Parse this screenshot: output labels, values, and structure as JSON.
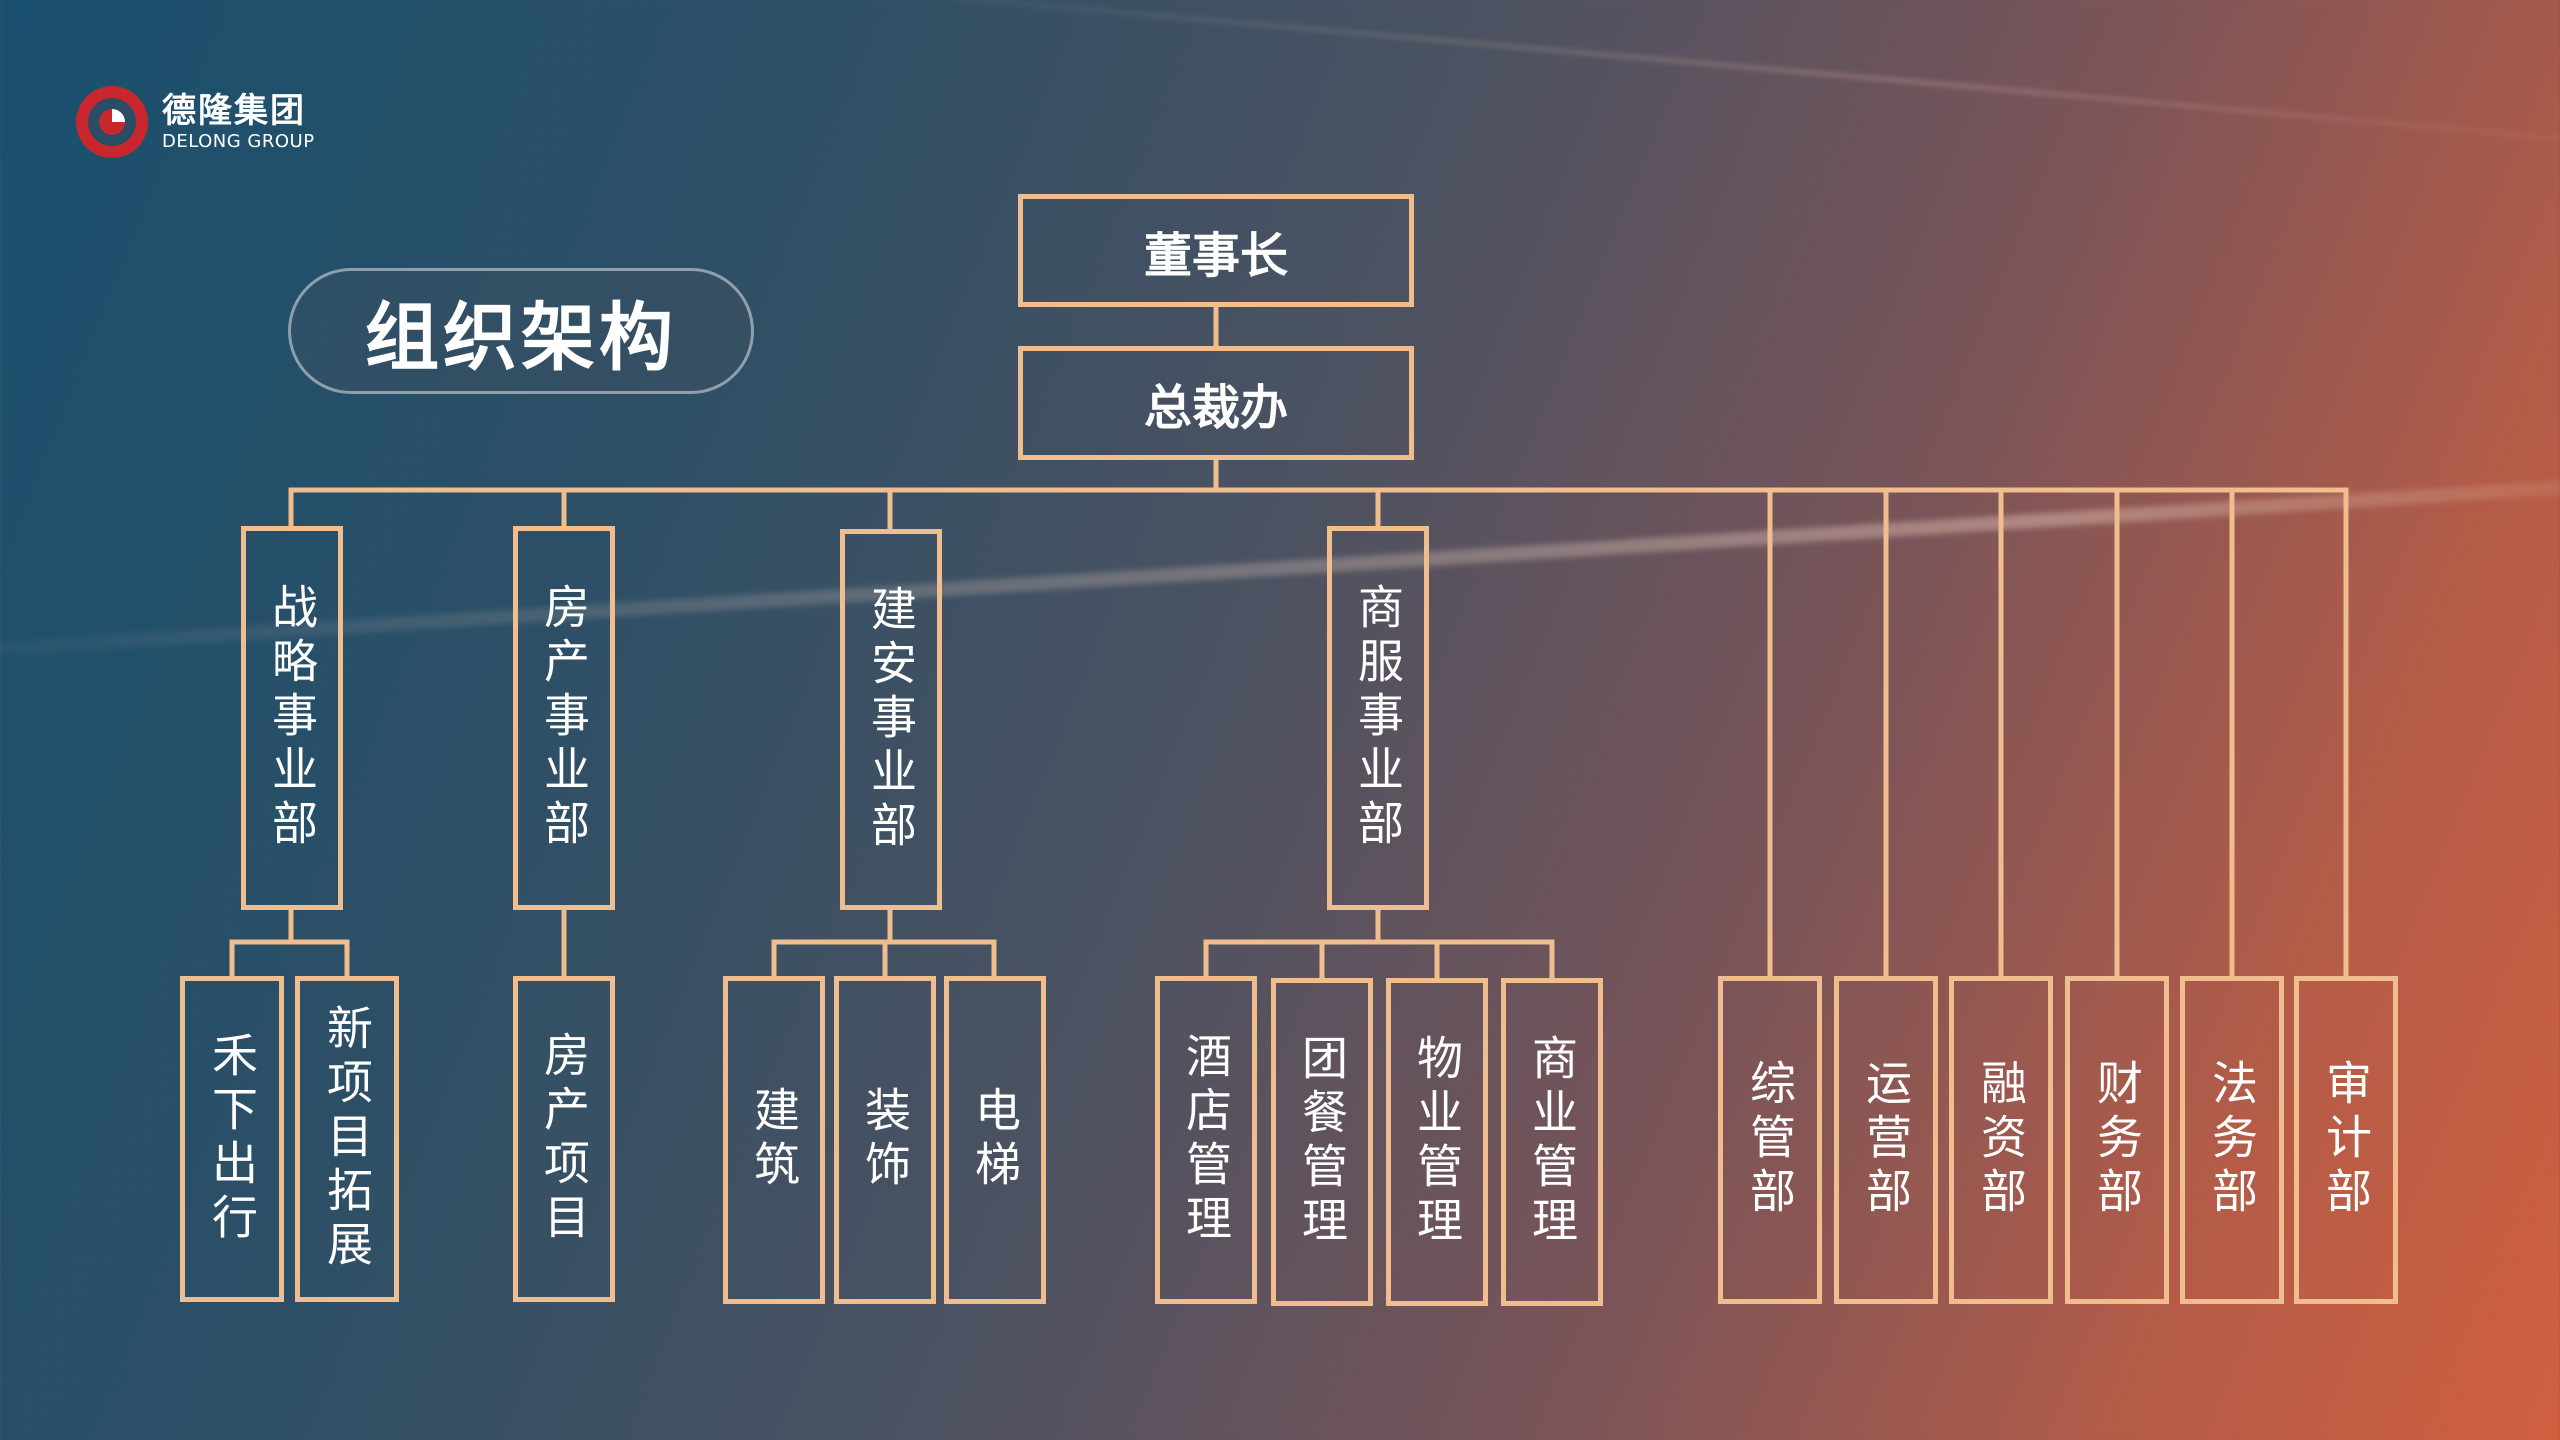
{
  "logo": {
    "cn": "德隆集团",
    "en": "DELONG GROUP",
    "accent": "#c8272e"
  },
  "title": "组织架构",
  "line_color": "#f0bd8e",
  "chairman": "董事长",
  "president_office": "总裁办",
  "divisions": [
    {
      "label": "战略事业部",
      "children": [
        "禾下出行",
        "新项目拓展"
      ]
    },
    {
      "label": "房产事业部",
      "children": [
        "房产项目"
      ]
    },
    {
      "label": "建安事业部",
      "children": [
        "建筑",
        "装饰",
        "电梯"
      ]
    },
    {
      "label": "商服事业部",
      "children": [
        "酒店管理",
        "团餐管理",
        "物业管理",
        "商业管理"
      ]
    }
  ],
  "departments": [
    "综管部",
    "运营部",
    "融资部",
    "财务部",
    "法务部",
    "审计部"
  ]
}
